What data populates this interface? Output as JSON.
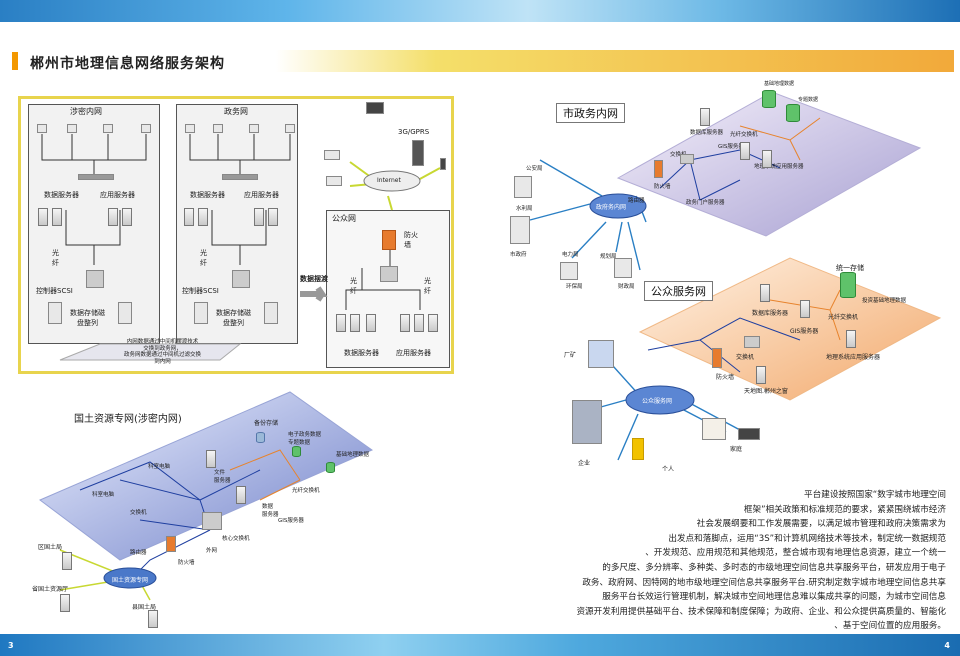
{
  "page": {
    "title": "郴州市地理信息网络服务架构",
    "left_page_number": "3",
    "right_page_number": "4"
  },
  "top_diagram": {
    "secret_net": "涉密内网",
    "gov_net": "政务网",
    "public_net": "公众网",
    "data_server": "数据服务器",
    "app_server": "应用服务器",
    "fiber": "光\n纤",
    "control": "控制器SCSI",
    "storage": "数据存储磁\n盘整列",
    "firewall": "防火\n墙",
    "internet": "Internet",
    "gprs": "3G/GPRS",
    "data_transfer": "数据摆渡",
    "note": "内网数据通过中间机摆渡技术\n交换到政务网，\n政务网数据通过中间机过滤交换\n到内网"
  },
  "land_net": {
    "title": "国土资源专网(涉密内网)",
    "backup": "备份存储",
    "ecommerce_db": "电子政务数据\n专题数据",
    "basic_geo": "基础地理数据",
    "optical_switch": "光纤交换机",
    "gis_server": "GIS服务器",
    "data_server": "数据\n服务器",
    "app_server": "文件\n服务器",
    "core_switch": "核心交换机",
    "switch": "交换机",
    "router": "路由器",
    "firewall": "防火墙",
    "external": "外网",
    "wan": "国土资源专网",
    "district": "区国土局",
    "city": "省国土资源厅",
    "county": "县国土局",
    "dept": "科室电脑"
  },
  "gov_intranet": {
    "title": "市政务内网",
    "basic_geo": "基础地理数据",
    "topic_db": "专题数据",
    "db_server": "数据库服务器",
    "optical_switch": "光纤交换机",
    "gis_server": "GIS服务器",
    "app_server": "地理系统应用服务器",
    "switch": "交换机",
    "firewall": "防火墙",
    "router": "路由器",
    "web_server": "政务门户服务器",
    "net": "政府务内网",
    "public_security": "公安局",
    "water": "水利局",
    "gov": "市政府",
    "power": "电力局",
    "env": "环保局",
    "planning": "规划局",
    "finance": "财政局"
  },
  "public_service": {
    "title": "公众服务网",
    "storage": "统一存储",
    "basic_geo": "投资基础地理数据",
    "db_server": "数据库服务器",
    "optical_switch": "光纤交换机",
    "gis_server": "GIS服务器",
    "app_server": "地理系统应用服务器",
    "switch": "交换机",
    "firewall": "防火墙",
    "portal": "天地图.郴州之窗",
    "net": "公众服务网",
    "factory": "厂矿",
    "enterprise": "企业",
    "person": "个人",
    "family": "家庭"
  },
  "paragraph": [
    "平台建设按照国家“数字城市地理空间",
    "框架”相关政策和标准规范的要求，紧紧围绕城市经济",
    "社会发展纲要和工作发展需要，以满足城市管理和政府决策需求为",
    "出发点和落脚点，运用“3S”和计算机网络技术等技术，制定统一数据规范",
    "、开发规范、应用规范和其他规范，整合城市现有地理信息资源，建立一个统一",
    "的多尺度、多分辨率、多种类、多时态的市级地理空间信息共享服务平台，研发应用于电子",
    "政务、政府网、因特网的地市级地理空间信息共享服务平台.研究制定数字城市地理空间信息共享",
    "服务平台长效运行管理机制，解决城市空间地理信息难以集成共享的问题，为城市空间信息",
    "资源开发利用提供基础平台、技术保障和制度保障；为政府、企业、和公众提供高质量的、智能化",
    "、基于空间位置的应用服务。"
  ],
  "colors": {
    "accent": "#f39800",
    "blue": "#1d6fb5",
    "frame_yellow": "#e8d44d"
  }
}
